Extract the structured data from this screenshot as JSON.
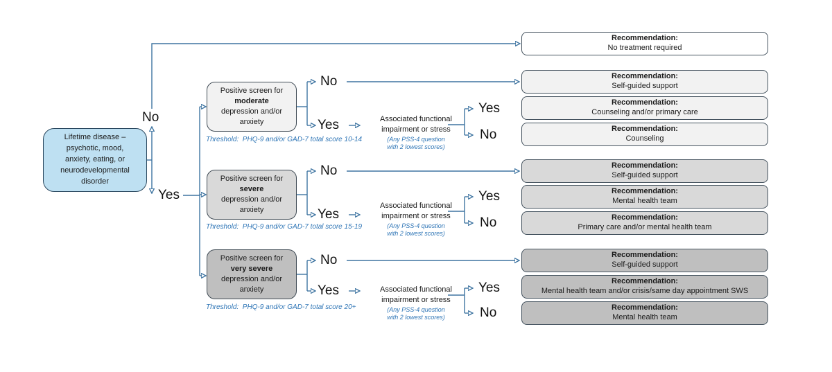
{
  "decision": {
    "yes": "Yes",
    "no": "No"
  },
  "root": {
    "text": "Lifetime disease –\npsychotic, mood,\nanxiety, eating, or\nneurodevelopmental\ndisorder"
  },
  "rows": [
    {
      "line1": "Positive screen for",
      "severity": "moderate",
      "line2": "depression and/or\nanxiety",
      "threshold": "Threshold:  PHQ-9 and/or GAD-7 total score 10-14",
      "impairment": "Associated functional\nimpairment or stress",
      "impairment_note": "(Any PSS-4 question\nwith 2 lowest scores)"
    },
    {
      "line1": "Positive screen for",
      "severity": "severe",
      "line2": "depression and/or\nanxiety",
      "threshold": "Threshold:  PHQ-9 and/or GAD-7 total score 15-19",
      "impairment": "Associated functional\nimpairment or stress",
      "impairment_note": "(Any PSS-4 question\nwith 2 lowest scores)"
    },
    {
      "line1": "Positive screen for",
      "severity": "very severe",
      "line2": "depression and/or\nanxiety",
      "threshold": "Threshold:  PHQ-9 and/or GAD-7 total score 20+",
      "impairment": "Associated functional\nimpairment or stress",
      "impairment_note": "(Any PSS-4 question\nwith 2 lowest scores)"
    }
  ],
  "recommendations": [
    {
      "title": "Recommendation:",
      "body": "No treatment required"
    },
    {
      "title": "Recommendation:",
      "body": "Self-guided support"
    },
    {
      "title": "Recommendation:",
      "body": "Counseling and/or primary care"
    },
    {
      "title": "Recommendation:",
      "body": "Counseling"
    },
    {
      "title": "Recommendation:",
      "body": "Self-guided support"
    },
    {
      "title": "Recommendation:",
      "body": "Mental health team"
    },
    {
      "title": "Recommendation:",
      "body": "Primary care and/or mental health team"
    },
    {
      "title": "Recommendation:",
      "body": "Self-guided support"
    },
    {
      "title": "Recommendation:",
      "body": "Mental health team and/or crisis/same day appointment SWS"
    },
    {
      "title": "Recommendation:",
      "body": "Mental health team"
    }
  ],
  "colors": {
    "line": "#3E74A1",
    "note_blue": "#2E75B6",
    "root_fill": "#BEE0F2",
    "moderate_fill": "#F2F2F2",
    "severe_fill": "#D9D9D9",
    "very_severe_fill": "#BFBFBF",
    "border": "#44525E"
  }
}
